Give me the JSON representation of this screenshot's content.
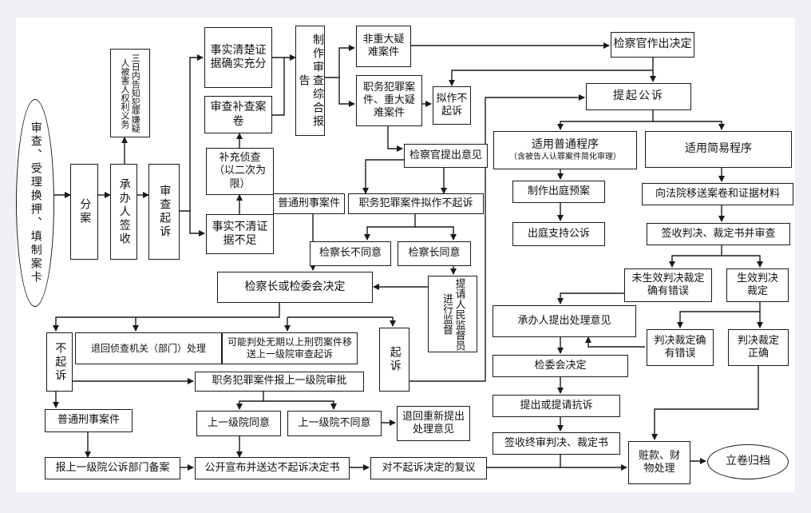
{
  "nodes": {
    "shencha_shouli": "审查、受理换押、填制案卡",
    "fenan": "分案",
    "chengbanren_qianshou": "承办人签收",
    "shencha_qisu": "审查起诉",
    "sanri_gaozhi": "三日内告知犯罪嫌疑人被害人权利义务",
    "shishi_qingchu": "事实清楚证据确实充分",
    "shencha_buchong": "审查补查案卷",
    "buchong_zhencha": "补充侦查（以二次为限）",
    "shishi_buqing": "事实不清证据不足",
    "zhizuo_baogao": "制作审查综合报告",
    "fei_zhongda": "非重大疑难案件",
    "zhiwu_zhongda": "职务犯罪案件、重大疑难案件",
    "nizuo_buqisu": "拟作不起诉",
    "jianchaguan_jueding": "检察官作出决定",
    "tiqi_gongsu": "提起公诉",
    "jianchaguan_yijian": "检察官提出意见",
    "putong_xingshi_1": "普通刑事案件",
    "zhiwu_nibuqisu": "职务犯罪案件拟作不起诉",
    "jcz_butongyi": "检察长不同意",
    "jcz_tongyi": "检察长同意",
    "tiqing_jiandu": "提请人民监督员进行监督",
    "jcz_jueding": "检察长或检委会决定",
    "bu_qisu": "不起诉",
    "tuihui_zhencha": "退回侦查机关（部门）处理",
    "keneng_wuqi": "可能判处无期以上刑罚案件移送上一级院审查起诉",
    "qisu": "起诉",
    "zhiwu_bao_shangji": "职务犯罪案件报上一级院审批",
    "putong_xingshi_2": "普通刑事案件",
    "shangji_tongyi": "上一级院同意",
    "shangji_butongyi": "上一级院不同意",
    "tuihui_chongxin": "退回重新提出处理意见",
    "bao_beian": "报上一级院公诉部门备案",
    "gongkai_xuanbu": "公开宣布并送达不起诉决定书",
    "fuyi": "对不起诉决定的复议",
    "putong_chengxu": "适用普通程序",
    "putong_chengxu_note": "（含被告人认罪案件简化审理）",
    "jianyi_chengxu": "适用简易程序",
    "chuting_yuan": "制作出庭预案",
    "chuting_zhichi": "出庭支持公诉",
    "yisong_juanzong": "向法院移送案卷和证据材料",
    "qianshou_shencha": "签收判决、裁定书并审查",
    "weishengxiao_cuowu": "未生效判决裁定确有错误",
    "shengxiao_caiding": "生效判决裁定",
    "chengbanren_yijian": "承办人提出处理意见",
    "panjue_cuowu": "判决裁定确有错误",
    "panjue_zhengque": "判决裁定正确",
    "jianweihui_jueding": "检委会决定",
    "tichu_kangsu": "提出或提请抗诉",
    "qianshou_zhongshen": "签收终审判决、裁定书",
    "zangkuan_caiwu": "赃款、财物处理",
    "lijuan_guidang": "立卷归档"
  }
}
